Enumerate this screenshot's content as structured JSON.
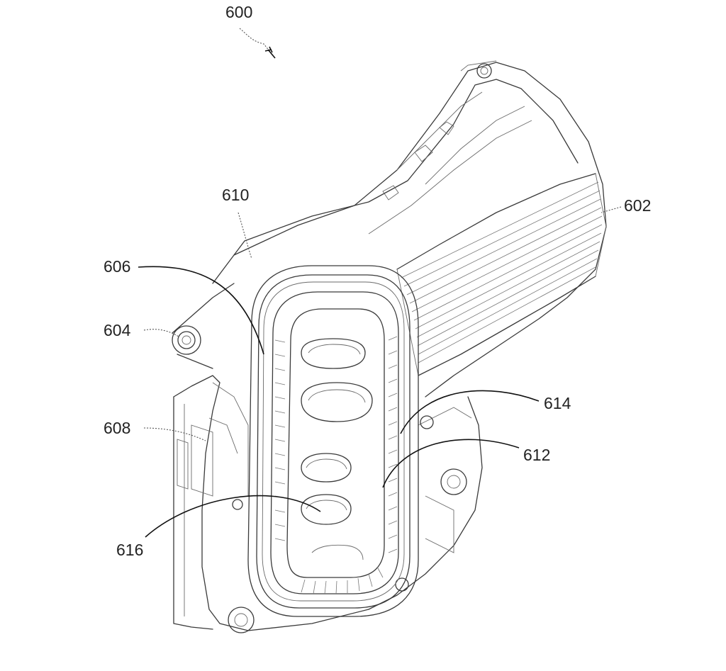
{
  "figure": {
    "reference_numerals": {
      "assembly": "600",
      "housing_right": "602",
      "mount_boss": "604",
      "outer_frame": "606",
      "inner_wall": "608",
      "upper_rim": "610",
      "inner_ring": "612",
      "outer_ring": "614",
      "lens_element": "616"
    }
  }
}
